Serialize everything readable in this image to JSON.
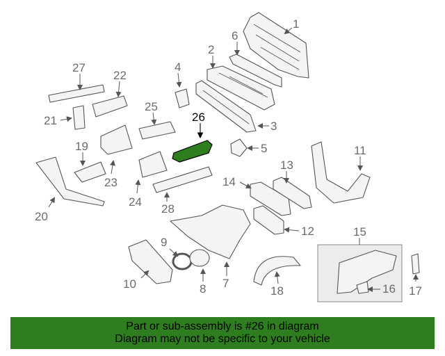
{
  "diagram": {
    "highlight_color": "#2e7d1e",
    "callouts": {
      "c1": "1",
      "c2": "2",
      "c3": "3",
      "c4": "4",
      "c5": "5",
      "c6": "6",
      "c7": "7",
      "c8": "8",
      "c9": "9",
      "c10": "10",
      "c11": "11",
      "c12": "12",
      "c13": "13",
      "c14": "14",
      "c15": "15",
      "c16": "16",
      "c17": "17",
      "c18": "18",
      "c19": "19",
      "c20": "20",
      "c21": "21",
      "c22": "22",
      "c23": "23",
      "c24": "24",
      "c25": "25",
      "c26": "26",
      "c27": "27",
      "c28": "28"
    }
  },
  "banner": {
    "line1": "Part or sub-assembly is #26 in diagram",
    "line2": "Diagram may not be specific to your vehicle",
    "background": "#2e7d1e"
  }
}
